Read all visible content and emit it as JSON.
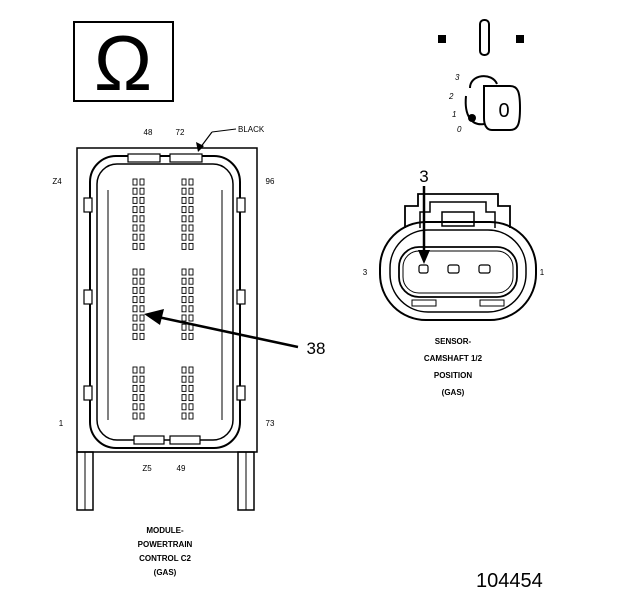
{
  "ohm_symbol": {
    "glyph": "Ω",
    "icon": "ohm-meter-icon"
  },
  "ignition_icon": {
    "icon": "ignition-key-switch-icon",
    "positions": [
      "3",
      "2",
      "1",
      "0"
    ],
    "key_label": "0"
  },
  "pcm_connector": {
    "color_label": "BLACK",
    "pin_labels": {
      "top_left": "48",
      "top_right": "72",
      "left_upper": "Z4",
      "right_upper": "96",
      "left_lower": "1",
      "right_lower": "73",
      "bottom_left": "Z5",
      "bottom_right": "49"
    },
    "callout_pin": "38",
    "caption": [
      "MODULE-",
      "POWERTRAIN",
      "CONTROL C2",
      "(GAS)"
    ]
  },
  "sensor_connector": {
    "callout_pin": "3",
    "side_left": "3",
    "side_right": "1",
    "caption": [
      "SENSOR-",
      "CAMSHAFT 1/2",
      "POSITION",
      "(GAS)"
    ]
  },
  "figure_number": "104454",
  "colors": {
    "line": "#000000",
    "background": "#ffffff"
  }
}
